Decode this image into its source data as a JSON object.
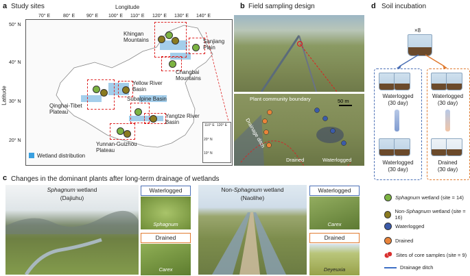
{
  "panel_a": {
    "letter": "a",
    "title": "Study sites",
    "axis_x": "Longitude",
    "axis_y": "Latitude",
    "lon_ticks": [
      "70° E",
      "80° E",
      "90° E",
      "100° E",
      "110° E",
      "120° E",
      "130° E",
      "140° E"
    ],
    "lat_ticks": [
      "50° N",
      "40° N",
      "30° N",
      "20° N"
    ],
    "regions": [
      "Khingan Mountains",
      "Sanjiang Plain",
      "Changbai Mountains",
      "Yellow River Basin",
      "Qinghai-Tibet Plateau",
      "Subalpine Basin",
      "Yangtze River Basin",
      "Yunnan-Guizhou Plateau"
    ],
    "inset_ticks": [
      "110° E",
      "120° E",
      "20° N",
      "10° N"
    ],
    "legend": "Wetland distribution"
  },
  "panel_b": {
    "letter": "b",
    "title": "Field sampling design",
    "boundary_label": "Plant community boundary",
    "scale": "50 m",
    "ditch_label": "Drainage ditch",
    "drained": "Drained",
    "waterlogged": "Waterlogged"
  },
  "panel_c": {
    "letter": "c",
    "title": "Changes in the dominant plants after long-term drainage of wetlands",
    "left_title_1": "Sphagnum",
    "left_title_2": " wetland",
    "left_sub": "(Dajiuhu)",
    "right_title_1": "Non-",
    "right_title_2": "Sphagnum",
    "right_title_3": " wetland",
    "right_sub": "(Naolihe)",
    "w_badge": "Waterlogged",
    "d_badge": "Drained",
    "sp1": "Sphagnum",
    "sp2": "Carex",
    "sp3": "Carex",
    "sp4": "Deyeuxia"
  },
  "panel_d": {
    "letter": "d",
    "title": "Soil incubation",
    "multiplier": "×8",
    "w1": "Waterlogged",
    "w1b": "(30 day)",
    "w2": "Waterlogged",
    "w2b": "(30 day)",
    "w3": "Waterlogged",
    "w3b": "(30 day)",
    "d1": "Drained",
    "d1b": "(30 day)"
  },
  "legend": {
    "sphagnum_1": "Sphagnum",
    "sphagnum_2": " wetland (site = 14)",
    "non_1": "Non-",
    "non_2": "Sphagnum",
    "non_3": " wetland (site = 16)",
    "waterlogged": "Waterlogged",
    "drained": "Drained",
    "cores": "Sites of core samples (site = 9)",
    "ditch": "Drainage ditch"
  },
  "colors": {
    "sphagnum": "#7cb342",
    "non_sphagnum": "#8a7a1f",
    "waterlogged": "#3b5ba9",
    "drained": "#e9843a",
    "core": "#d8302f",
    "ditch": "#3d6fc4",
    "box_w": "#4a6fb5",
    "box_d": "#e07a2f"
  }
}
